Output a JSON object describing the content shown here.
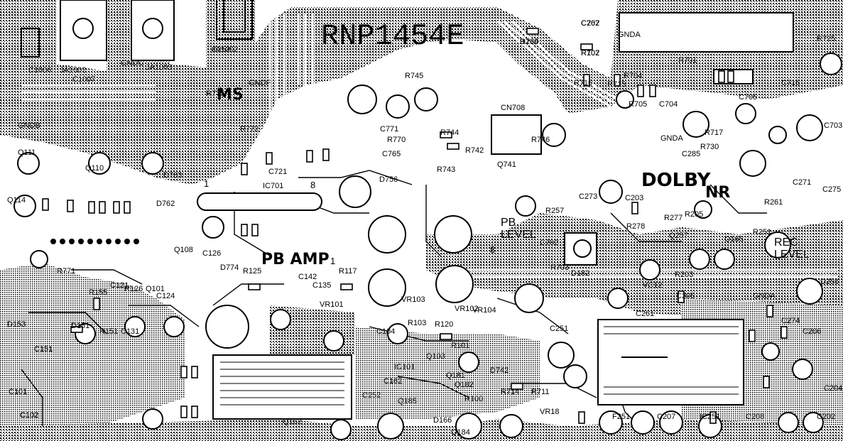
{
  "board": {
    "part_number": "RNP1454E",
    "sections": {
      "ms": "MS",
      "pb_amp": "PB AMP",
      "dolby": "DOLBY",
      "nr": "NR",
      "pb_level": "PB\nLEVEL",
      "rec_level": "REC\nLEVEL"
    }
  },
  "components": [
    {
      "ref": "JA1002"
    },
    {
      "ref": "R734"
    },
    {
      "ref": "R702"
    },
    {
      "ref": "C702"
    },
    {
      "ref": "R705"
    },
    {
      "ref": "R725"
    },
    {
      "ref": "R701"
    },
    {
      "ref": "R704"
    },
    {
      "ref": "C704"
    },
    {
      "ref": "C705"
    },
    {
      "ref": "C715"
    },
    {
      "ref": "C703"
    },
    {
      "ref": "R715"
    },
    {
      "ref": "R716"
    },
    {
      "ref": "CN708"
    },
    {
      "ref": "R744"
    },
    {
      "ref": "R743"
    },
    {
      "ref": "R742"
    },
    {
      "ref": "R745"
    },
    {
      "ref": "C771"
    },
    {
      "ref": "R770"
    },
    {
      "ref": "C765"
    },
    {
      "ref": "Q741"
    },
    {
      "ref": "R746"
    },
    {
      "ref": "D756"
    },
    {
      "ref": "D762"
    },
    {
      "ref": "D763"
    },
    {
      "ref": "IC701"
    },
    {
      "ref": "R775"
    },
    {
      "ref": "R772"
    },
    {
      "ref": "C721"
    },
    {
      "ref": "Q110"
    },
    {
      "ref": "Q111"
    },
    {
      "ref": "Q114"
    },
    {
      "ref": "C1006"
    },
    {
      "ref": "C1007"
    },
    {
      "ref": "JA1002"
    },
    {
      "ref": "JA1003"
    },
    {
      "ref": "C121"
    },
    {
      "ref": "C124"
    },
    {
      "ref": "R117"
    },
    {
      "ref": "R125"
    },
    {
      "ref": "C142"
    },
    {
      "ref": "C135"
    },
    {
      "ref": "VR101"
    },
    {
      "ref": "VR102"
    },
    {
      "ref": "VR103"
    },
    {
      "ref": "VR104"
    },
    {
      "ref": "R103"
    },
    {
      "ref": "R120"
    },
    {
      "ref": "C104"
    },
    {
      "ref": "R101"
    },
    {
      "ref": "Q103"
    },
    {
      "ref": "Q181"
    },
    {
      "ref": "Q182"
    },
    {
      "ref": "Q185"
    },
    {
      "ref": "Q184"
    },
    {
      "ref": "D166"
    },
    {
      "ref": "Q162"
    },
    {
      "ref": "C162"
    },
    {
      "ref": "IC101"
    },
    {
      "ref": "C101"
    },
    {
      "ref": "C102"
    },
    {
      "ref": "D153"
    },
    {
      "ref": "D151"
    },
    {
      "ref": "C151"
    },
    {
      "ref": "R151"
    },
    {
      "ref": "C131"
    },
    {
      "ref": "R155"
    },
    {
      "ref": "Q101"
    },
    {
      "ref": "R126"
    },
    {
      "ref": "Q108"
    },
    {
      "ref": "C126"
    },
    {
      "ref": "D774"
    },
    {
      "ref": "R771"
    },
    {
      "ref": "R703"
    },
    {
      "ref": "C702"
    },
    {
      "ref": "VC12"
    },
    {
      "ref": "D182"
    },
    {
      "ref": "C261"
    },
    {
      "ref": "C251"
    },
    {
      "ref": "F251"
    },
    {
      "ref": "C207"
    },
    {
      "ref": "IC251"
    },
    {
      "ref": "C208"
    },
    {
      "ref": "C202"
    },
    {
      "ref": "C204"
    },
    {
      "ref": "C206"
    },
    {
      "ref": "C274"
    },
    {
      "ref": "D256"
    },
    {
      "ref": "R278"
    },
    {
      "ref": "R277"
    },
    {
      "ref": "Q257"
    },
    {
      "ref": "R205"
    },
    {
      "ref": "R203"
    },
    {
      "ref": "C205"
    },
    {
      "ref": "C203"
    },
    {
      "ref": "C273"
    },
    {
      "ref": "R257"
    },
    {
      "ref": "R261"
    },
    {
      "ref": "R251"
    },
    {
      "ref": "C275"
    },
    {
      "ref": "C271"
    },
    {
      "ref": "C285"
    },
    {
      "ref": "R730"
    },
    {
      "ref": "R717"
    },
    {
      "ref": "VR18"
    },
    {
      "ref": "R714"
    },
    {
      "ref": "R711"
    },
    {
      "ref": "D742"
    },
    {
      "ref": "R100"
    },
    {
      "ref": "C252"
    },
    {
      "ref": "Q165"
    },
    {
      "ref": "C252"
    },
    {
      "ref": "D160"
    },
    {
      "ref": "R107"
    },
    {
      "ref": "C267"
    }
  ],
  "ground_labels": [
    "GNDA",
    "GNDC",
    "GNDB",
    "GNDA",
    "GNDF",
    "GNDA"
  ],
  "ic_pins": [
    "1",
    "8",
    "1",
    "8"
  ]
}
